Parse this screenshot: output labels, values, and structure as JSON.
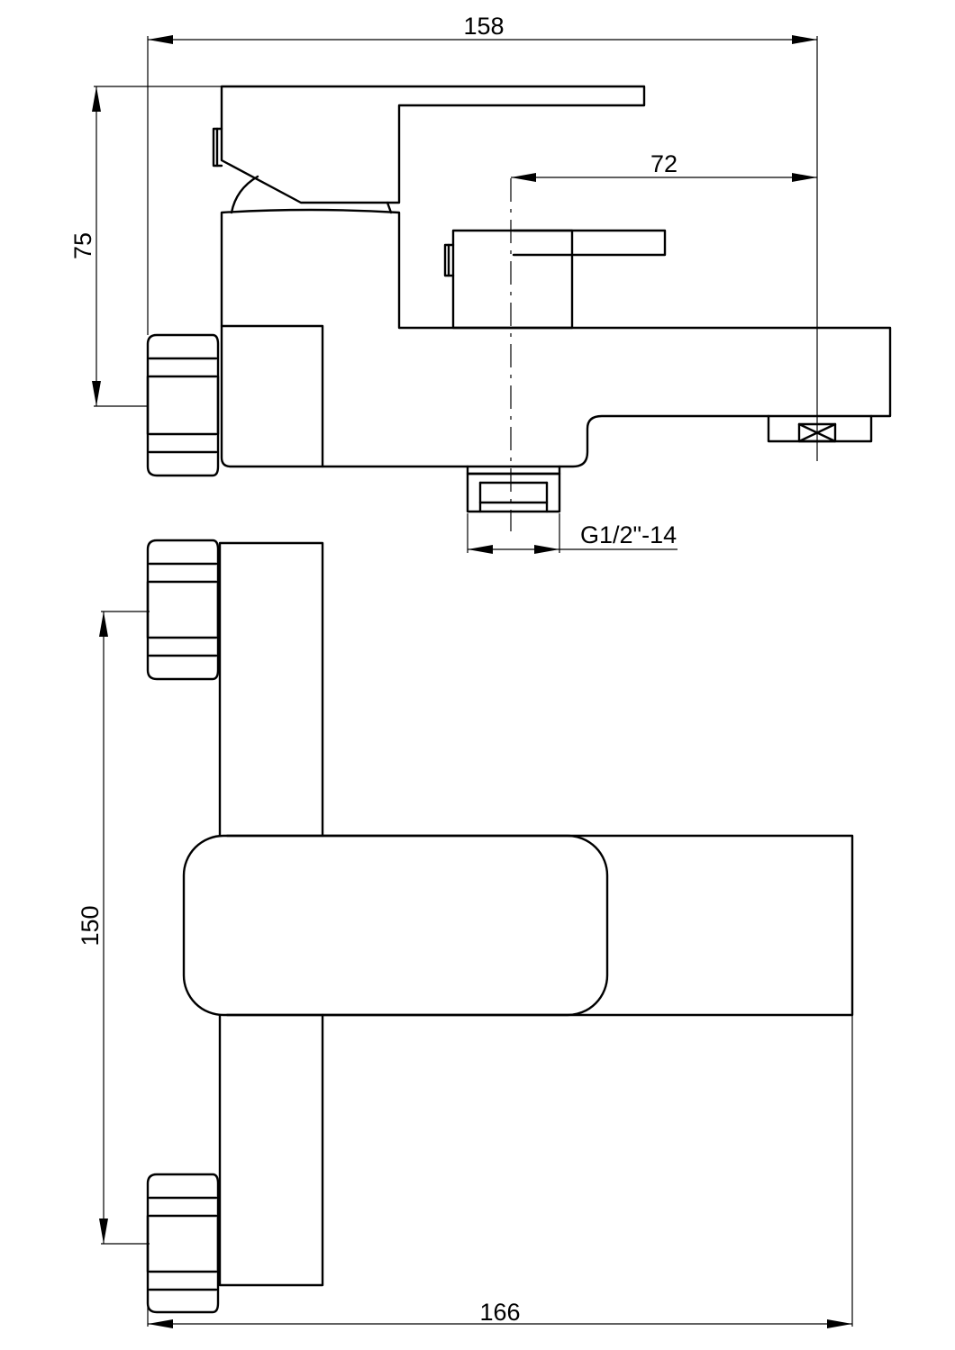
{
  "dimensions": {
    "overall_height": "75",
    "overall_width_top": "158",
    "spout_offset": "72",
    "thread_spec": "G1/2\"-14",
    "center_distance": "150",
    "overall_width_bottom": "166"
  }
}
